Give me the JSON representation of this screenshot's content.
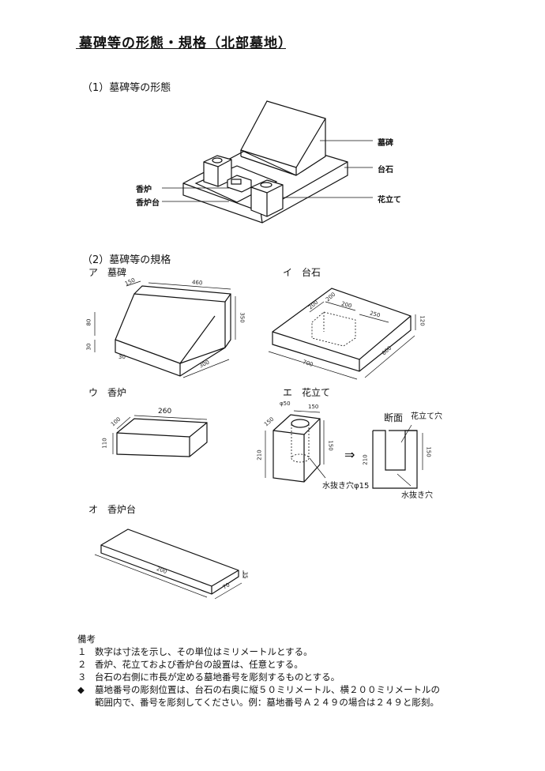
{
  "title": "墓碑等の形態・規格（北部墓地）",
  "section1": {
    "heading": "（1）墓碑等の形態",
    "labels": {
      "tombstone": "墓碑",
      "base_stone": "台石",
      "incense_burner": "香炉",
      "incense_burner_stand": "香炉台",
      "flower_holder": "花立て"
    }
  },
  "section2": {
    "heading": "（2）墓碑等の規格",
    "a": {
      "label": "ア　墓碑",
      "dims": [
        "150",
        "460",
        "350",
        "80",
        "30",
        "30",
        "300"
      ]
    },
    "i": {
      "label": "イ　台石",
      "dims": [
        "200",
        "200",
        "200",
        "250",
        "120",
        "700",
        "600"
      ]
    },
    "u": {
      "label": "ウ　香炉",
      "dims": [
        "260",
        "100",
        "110"
      ]
    },
    "e": {
      "label": "エ　花立て",
      "dims": [
        "φ50",
        "150",
        "150",
        "210",
        "150",
        "210",
        "150"
      ],
      "hole_label": "水抜き穴φ15",
      "section_label": "断面",
      "hole_label_section": "花立て穴",
      "drain_label": "水抜き穴",
      "arrow": "⇒"
    },
    "o": {
      "label": "オ　香炉台",
      "dims": [
        "200",
        "70",
        "35"
      ]
    }
  },
  "notes": {
    "heading": "備考",
    "items": [
      {
        "num": "１",
        "text": "数字は寸法を示し、その単位はミリメートルとする。"
      },
      {
        "num": "２",
        "text": "香炉、花立ておよび香炉台の設置は、任意とする。"
      },
      {
        "num": "３",
        "text": "台石の右側に市長が定める墓地番号を彫刻するものとする。"
      },
      {
        "num": "◆",
        "text": "墓地番号の彫刻位置は、台石の右奥に縦５０ミリメートル、横２００ミリメートルの"
      }
    ],
    "continuation": "範囲内で、番号を彫刻してください。例：墓地番号Ａ２４９の場合は２４９と彫刻。"
  }
}
